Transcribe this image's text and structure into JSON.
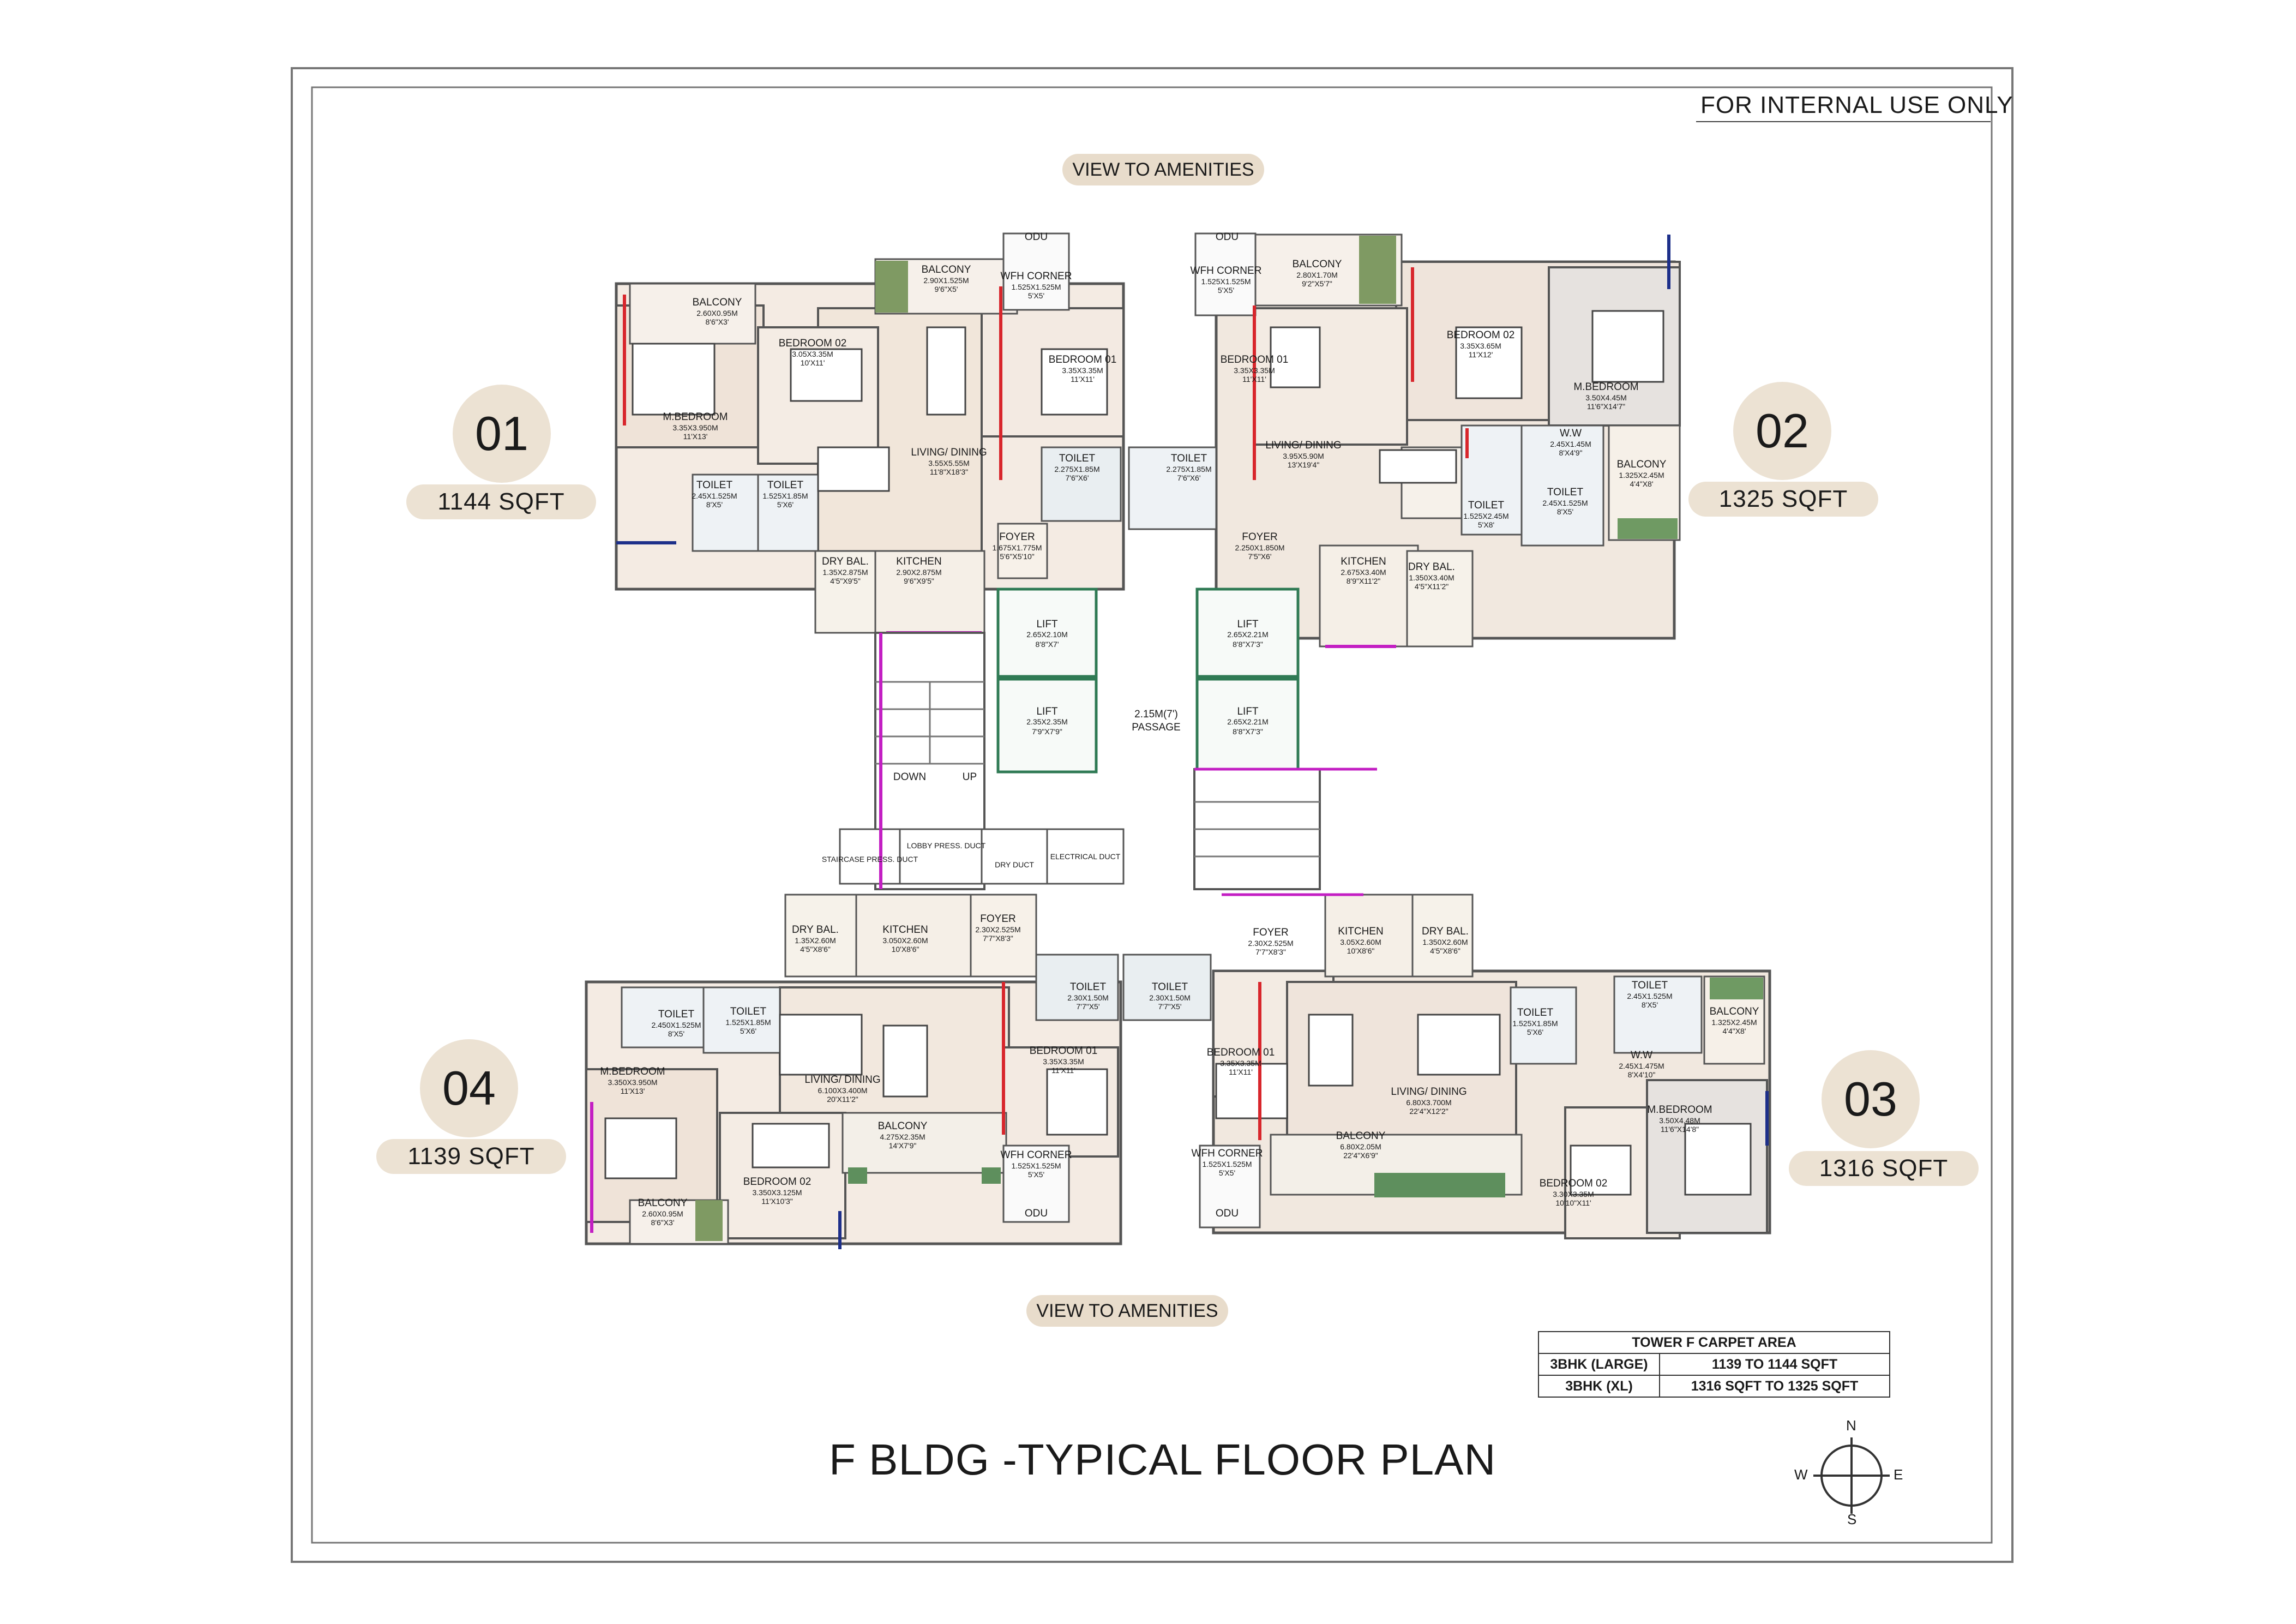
{
  "internal_note": "FOR INTERNAL USE ONLY",
  "view_labels": {
    "top": "VIEW TO AMENITIES",
    "bottom": "VIEW TO AMENITIES"
  },
  "title": "F BLDG -TYPICAL FLOOR PLAN",
  "units": [
    {
      "number": "01",
      "area": "1144 SQFT"
    },
    {
      "number": "02",
      "area": "1325 SQFT"
    },
    {
      "number": "03",
      "area": "1316 SQFT"
    },
    {
      "number": "04",
      "area": "1139 SQFT"
    }
  ],
  "carpet_table": {
    "heading": "TOWER F CARPET AREA",
    "rows": [
      {
        "type": "3BHK (LARGE)",
        "range": "1139 TO 1144 SQFT"
      },
      {
        "type": "3BHK (XL)",
        "range": "1316 SQFT TO 1325 SQFT"
      }
    ]
  },
  "compass": {
    "n": "N",
    "s": "S",
    "e": "E",
    "w": "W"
  },
  "core": {
    "passage": "2.15M(7') PASSAGE",
    "down": "DOWN",
    "up": "UP",
    "lifts": [
      {
        "name": "LIFT",
        "dim_m": "2.65X2.10M",
        "dim_ft": "8'8\"X7'"
      },
      {
        "name": "LIFT",
        "dim_m": "2.35X2.35M",
        "dim_ft": "7'9\"X7'9\""
      },
      {
        "name": "LIFT",
        "dim_m": "2.65X2.21M",
        "dim_ft": "8'8\"X7'3\""
      },
      {
        "name": "LIFT",
        "dim_m": "2.65X2.21M",
        "dim_ft": "8'8\"X7'3\""
      }
    ],
    "ducts": [
      "STAIRCASE PRESS. DUCT",
      "LOBBY PRESS. DUCT",
      "DRY DUCT",
      "ELECTRICAL DUCT"
    ]
  },
  "rooms": {
    "u01": [
      {
        "name": "BALCONY",
        "m": "2.60X0.95M",
        "ft": "8'6\"X3'"
      },
      {
        "name": "BEDROOM 02",
        "m": "3.05X3.35M",
        "ft": "10'X11'"
      },
      {
        "name": "BALCONY",
        "m": "2.90X1.525M",
        "ft": "9'6\"X5'"
      },
      {
        "name": "WFH CORNER",
        "m": "1.525X1.525M",
        "ft": "5'X5'"
      },
      {
        "name": "ODU",
        "m": "",
        "ft": ""
      },
      {
        "name": "BEDROOM 01",
        "m": "3.35X3.35M",
        "ft": "11'X11'"
      },
      {
        "name": "M.BEDROOM",
        "m": "3.35X3.950M",
        "ft": "11'X13'"
      },
      {
        "name": "LIVING/ DINING",
        "m": "3.55X5.55M",
        "ft": "11'8\"X18'3\""
      },
      {
        "name": "TOILET",
        "m": "2.45X1.525M",
        "ft": "8'X5'"
      },
      {
        "name": "TOILET",
        "m": "1.525X1.85M",
        "ft": "5'X6'"
      },
      {
        "name": "TOILET",
        "m": "2.275X1.85M",
        "ft": "7'6\"X6'"
      },
      {
        "name": "FOYER",
        "m": "1.675X1.775M",
        "ft": "5'6\"X5'10\""
      },
      {
        "name": "DRY BAL.",
        "m": "1.35X2.875M",
        "ft": "4'5\"X9'5\""
      },
      {
        "name": "KITCHEN",
        "m": "2.90X2.875M",
        "ft": "9'6\"X9'5\""
      }
    ],
    "u02": [
      {
        "name": "ODU",
        "m": "",
        "ft": ""
      },
      {
        "name": "WFH CORNER",
        "m": "1.525X1.525M",
        "ft": "5'X5'"
      },
      {
        "name": "BALCONY",
        "m": "2.80X1.70M",
        "ft": "9'2\"X5'7\""
      },
      {
        "name": "BEDROOM 02",
        "m": "3.35X3.65M",
        "ft": "11'X12'"
      },
      {
        "name": "BEDROOM 01",
        "m": "3.35X3.35M",
        "ft": "11'X11'"
      },
      {
        "name": "M.BEDROOM",
        "m": "3.50X4.45M",
        "ft": "11'6\"X14'7\""
      },
      {
        "name": "LIVING/ DINING",
        "m": "3.95X5.90M",
        "ft": "13'X19'4\""
      },
      {
        "name": "W.W",
        "m": "2.45X1.45M",
        "ft": "8'X4'9\""
      },
      {
        "name": "BALCONY",
        "m": "1.325X2.45M",
        "ft": "4'4\"X8'"
      },
      {
        "name": "TOILET",
        "m": "2.275X1.85M",
        "ft": "7'6\"X6'"
      },
      {
        "name": "TOILET",
        "m": "1.525X2.45M",
        "ft": "5'X8'"
      },
      {
        "name": "TOILET",
        "m": "2.45X1.525M",
        "ft": "8'X5'"
      },
      {
        "name": "FOYER",
        "m": "2.250X1.850M",
        "ft": "7'5\"X6'"
      },
      {
        "name": "KITCHEN",
        "m": "2.675X3.40M",
        "ft": "8'9\"X11'2\""
      },
      {
        "name": "DRY BAL.",
        "m": "1.350X3.40M",
        "ft": "4'5\"X11'2\""
      }
    ],
    "u03": [
      {
        "name": "FOYER",
        "m": "2.30X2.525M",
        "ft": "7'7\"X8'3\""
      },
      {
        "name": "KITCHEN",
        "m": "3.05X2.60M",
        "ft": "10'X8'6\""
      },
      {
        "name": "DRY BAL.",
        "m": "1.350X2.60M",
        "ft": "4'5\"X8'6\""
      },
      {
        "name": "TOILET",
        "m": "2.30X1.50M",
        "ft": "7'7\"X5'"
      },
      {
        "name": "TOILET",
        "m": "1.525X1.85M",
        "ft": "5'X6'"
      },
      {
        "name": "TOILET",
        "m": "2.45X1.525M",
        "ft": "8'X5'"
      },
      {
        "name": "BALCONY",
        "m": "1.325X2.45M",
        "ft": "4'4\"X8'"
      },
      {
        "name": "W.W",
        "m": "2.45X1.475M",
        "ft": "8'X4'10\""
      },
      {
        "name": "BEDROOM 01",
        "m": "3.35X3.35M",
        "ft": "11'X11'"
      },
      {
        "name": "LIVING/ DINING",
        "m": "6.80X3.700M",
        "ft": "22'4\"X12'2\""
      },
      {
        "name": "M.BEDROOM",
        "m": "3.50X4.48M",
        "ft": "11'6\"X14'8\""
      },
      {
        "name": "BALCONY",
        "m": "6.80X2.05M",
        "ft": "22'4\"X6'9\""
      },
      {
        "name": "WFH CORNER",
        "m": "1.525X1.525M",
        "ft": "5'X5'"
      },
      {
        "name": "ODU",
        "m": "",
        "ft": ""
      },
      {
        "name": "BEDROOM 02",
        "m": "3.30X3.35M",
        "ft": "10'10\"X11'"
      }
    ],
    "u04": [
      {
        "name": "DRY BAL.",
        "m": "1.35X2.60M",
        "ft": "4'5\"X8'6\""
      },
      {
        "name": "KITCHEN",
        "m": "3.050X2.60M",
        "ft": "10'X8'6\""
      },
      {
        "name": "FOYER",
        "m": "2.30X2.525M",
        "ft": "7'7\"X8'3\""
      },
      {
        "name": "TOILET",
        "m": "2.450X1.525M",
        "ft": "8'X5'"
      },
      {
        "name": "TOILET",
        "m": "1.525X1.85M",
        "ft": "5'X6'"
      },
      {
        "name": "TOILET",
        "m": "2.30X1.50M",
        "ft": "7'7\"X5'"
      },
      {
        "name": "M.BEDROOM",
        "m": "3.350X3.950M",
        "ft": "11'X13'"
      },
      {
        "name": "LIVING/ DINING",
        "m": "6.100X3.400M",
        "ft": "20'X11'2\""
      },
      {
        "name": "BEDROOM 01",
        "m": "3.35X3.35M",
        "ft": "11'X11'"
      },
      {
        "name": "BALCONY",
        "m": "4.275X2.35M",
        "ft": "14'X7'9\""
      },
      {
        "name": "WFH CORNER",
        "m": "1.525X1.525M",
        "ft": "5'X5'"
      },
      {
        "name": "ODU",
        "m": "",
        "ft": ""
      },
      {
        "name": "BEDROOM 02",
        "m": "3.350X3.125M",
        "ft": "11'X10'3\""
      },
      {
        "name": "BALCONY",
        "m": "2.60X0.95M",
        "ft": "8'6\"X3'"
      }
    ]
  }
}
